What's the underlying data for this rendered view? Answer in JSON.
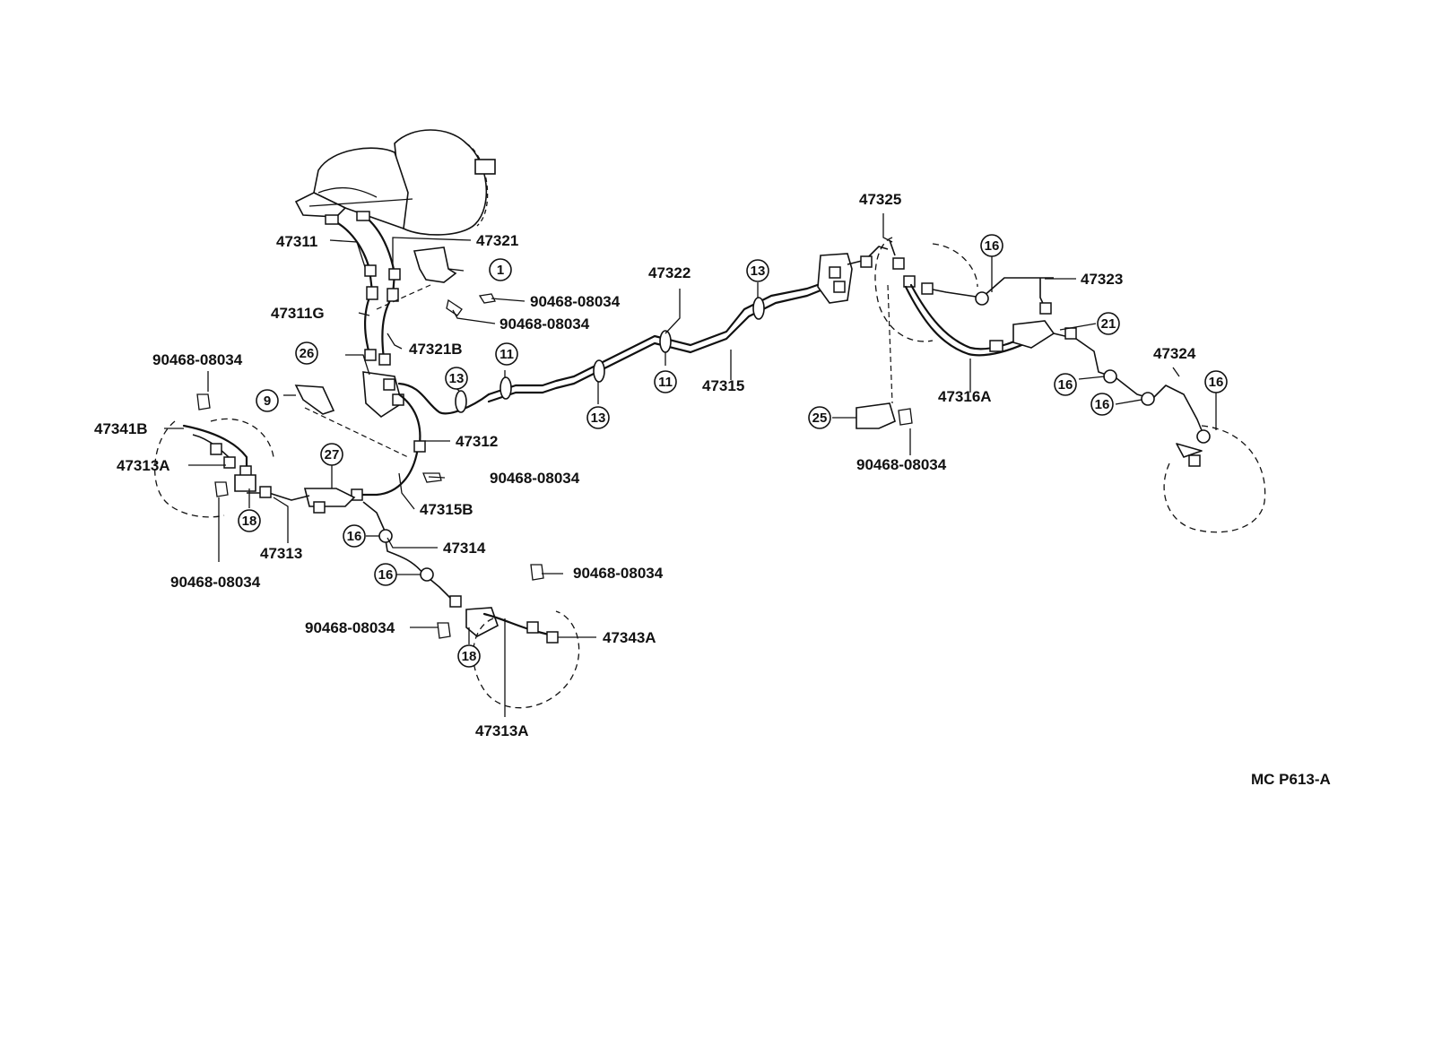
{
  "diagram": {
    "code": "MC P613-A",
    "part_labels": [
      "47311",
      "47321",
      "47311G",
      "47321B",
      "90468-08034",
      "90468-08034",
      "90468-08034",
      "47341B",
      "47313A",
      "47312",
      "90468-08034",
      "47315B",
      "47313",
      "90468-08034",
      "47314",
      "90468-08034",
      "90468-08034",
      "47343A",
      "47313A",
      "47322",
      "47315",
      "47325",
      "47323",
      "47316A",
      "90468-08034",
      "47324"
    ],
    "callouts": [
      "1",
      "26",
      "9",
      "11",
      "13",
      "11",
      "13",
      "13",
      "27",
      "18",
      "16",
      "16",
      "18",
      "25",
      "16",
      "21",
      "16",
      "16",
      "16"
    ]
  }
}
